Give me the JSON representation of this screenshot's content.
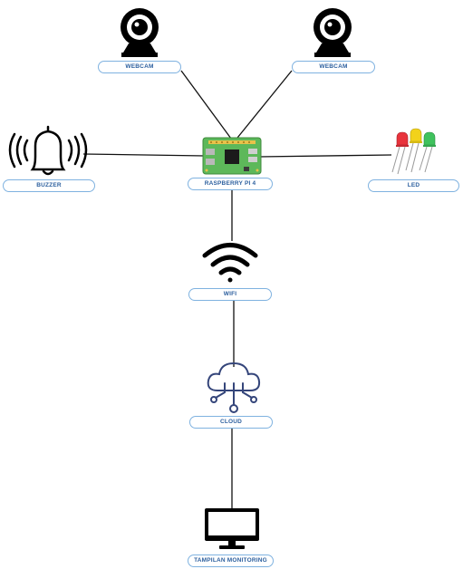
{
  "nodes": {
    "webcam_left": {
      "label": "WEBCAM",
      "icon": "webcam-icon"
    },
    "webcam_right": {
      "label": "WEBCAM",
      "icon": "webcam-icon"
    },
    "buzzer": {
      "label": "BUZZER",
      "icon": "bell-ringing-icon"
    },
    "raspberry": {
      "label": "RASPBERRY PI 4",
      "icon": "raspberry-pi-board-icon"
    },
    "led": {
      "label": "LED",
      "icon": "led-icon"
    },
    "wifi": {
      "label": "WIFI",
      "icon": "wifi-icon"
    },
    "cloud": {
      "label": "CLOUD",
      "icon": "cloud-network-icon"
    },
    "monitoring": {
      "label": "TAMPILAN MONITORING",
      "icon": "monitor-icon"
    }
  },
  "colors": {
    "line": "#111111",
    "label_border": "#7fb2e0",
    "label_text": "#2c5f9e",
    "board_green": "#5db85a",
    "cloud_stroke": "#34457a",
    "led_red": "#e8333c",
    "led_yellow": "#f2d21b",
    "led_green": "#3fc25d"
  }
}
